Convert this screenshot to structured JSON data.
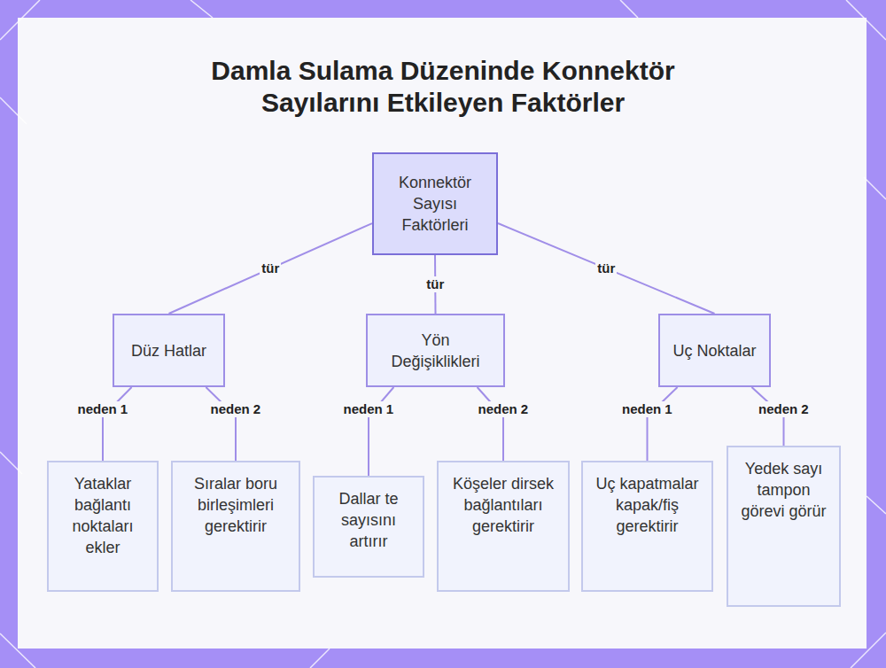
{
  "diagram": {
    "title": "Damla Sulama Düzeninde Konnektör Sayılarını Etkileyen Faktörler",
    "nodes": [
      {
        "text": [
          "Konnektör Sayısı Faktörleri"
        ]
      },
      {
        "text": [
          "Düz Hatlar"
        ]
      },
      {
        "text": [
          "Yön Değişiklikleri"
        ]
      },
      {
        "text": [
          "Uç Noktalar"
        ]
      },
      {
        "text": [
          "Yataklar bağlantı noktaları ekler"
        ]
      },
      {
        "text": [
          "Sıralar boru birleşimleri gerektirir"
        ]
      },
      {
        "text": [
          "Dallar te sayısını artırır"
        ]
      },
      {
        "text": [
          "Köşeler dirsek bağlantıları gerektirir"
        ]
      },
      {
        "text": [
          "Uç kapatmalar kapak/fiş gerektirir"
        ]
      },
      {
        "text": [
          "Yedek sayı tampon görevi görür"
        ]
      }
    ],
    "edges": [
      {
        "from": 0,
        "to": 1,
        "label": "tür",
        "arrow": "none"
      },
      {
        "from": 0,
        "to": 2,
        "label": "tür",
        "arrow": "none"
      },
      {
        "from": 0,
        "to": 3,
        "label": "tür",
        "arrow": "none"
      },
      {
        "from": 1,
        "to": 4,
        "label": "neden 1",
        "arrow": "none"
      },
      {
        "from": 1,
        "to": 5,
        "label": "neden 2",
        "arrow": "none"
      },
      {
        "from": 2,
        "to": 6,
        "label": "neden 1",
        "arrow": "none"
      },
      {
        "from": 2,
        "to": 7,
        "label": "neden 2",
        "arrow": "none"
      },
      {
        "from": 3,
        "to": 8,
        "label": "neden 1",
        "arrow": "none"
      },
      {
        "from": 3,
        "to": 9,
        "label": "neden 2",
        "arrow": "none"
      }
    ]
  }
}
